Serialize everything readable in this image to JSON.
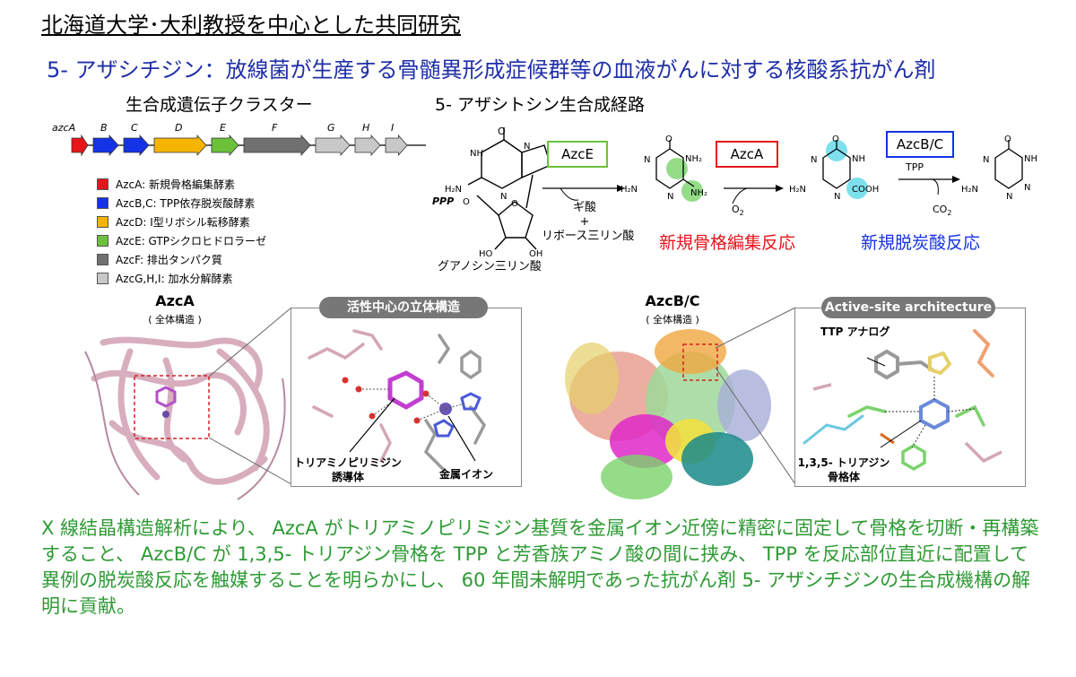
{
  "header": {
    "title": "北海道大学･大利教授を中心とした共同研究",
    "subtitle": "5- アザシチジン：放線菌が生産する骨髄異形成症候群等の血液がんに対する核酸系抗がん剤"
  },
  "cluster": {
    "title": "生合成遺伝子クラスター",
    "genes": [
      {
        "name": "azcA",
        "color": "#e8141b"
      },
      {
        "name": "B",
        "color": "#1432e6"
      },
      {
        "name": "C",
        "color": "#1432e6"
      },
      {
        "name": "D",
        "color": "#f5b400"
      },
      {
        "name": "E",
        "color": "#6cc13a"
      },
      {
        "name": "F",
        "color": "#707070"
      },
      {
        "name": "G",
        "color": "#c8c8c8"
      },
      {
        "name": "H",
        "color": "#c8c8c8"
      },
      {
        "name": "I",
        "color": "#c8c8c8"
      }
    ],
    "legend": [
      {
        "color": "#e8141b",
        "text": "AzcA: 新規骨格編集酵素"
      },
      {
        "color": "#1432e6",
        "text": "AzcB,C: TPP依存脱炭酸酵素"
      },
      {
        "color": "#f5b400",
        "text": "AzcD: I型リボシル転移酵素"
      },
      {
        "color": "#6cc13a",
        "text": "AzcE: GTPシクロヒドロラーゼ"
      },
      {
        "color": "#707070",
        "text": "AzcF: 排出タンパク質"
      },
      {
        "color": "#c8c8c8",
        "text": "AzcG,H,I: 加水分解酵素"
      }
    ]
  },
  "pathway": {
    "title": "5- アザシトシン生合成経路",
    "enzymes": [
      {
        "name": "AzcE",
        "color": "#6cc13a"
      },
      {
        "name": "AzcA",
        "color": "#e8141b"
      },
      {
        "name": "AzcB/C",
        "color": "#1432e6"
      }
    ],
    "substrate_label": "グアノシン三リン酸",
    "byproduct_1": "ギ酸",
    "plus": "+",
    "byproduct_2": "リボース三リン酸",
    "o2": "O",
    "o2_sub": "2",
    "tpp": "TPP",
    "co2": "CO",
    "co2_sub": "2",
    "reaction_1": "新規骨格編集反応",
    "reaction_2": "新規脱炭酸反応",
    "chem": {
      "ppp": "PPP",
      "ho": "HO",
      "oh": "OH",
      "o": "O",
      "n": "N",
      "nh": "NH",
      "h2n": "H₂N",
      "nh2": "NH₂",
      "cooh": "COOH"
    }
  },
  "azca": {
    "title": "AzcA",
    "subtitle": "( 全体構造 )",
    "pill": "活性中心の立体構造",
    "label_substrate": "トリアミノピリミジン誘導体",
    "label_metal": "金属イオン"
  },
  "azcbc": {
    "title": "AzcB/C",
    "subtitle": "( 全体構造 )",
    "pill": "Active-site architecture",
    "label_tpp": "TTP アナログ",
    "label_triazine": "1,3,5- トリアジン骨格体"
  },
  "conclusion": "X 線結晶構造解析により、 AzcA がトリアミノピリミジン基質を金属イオン近傍に精密に固定して骨格を切断・再構築すること、 AzcB/C が 1,3,5- トリアジン骨格を TPP と芳香族アミノ酸の間に挟み、 TPP を反応部位直近に配置して異例の脱炭酸反応を触媒することを明らかにし、 60 年間未解明であった抗がん剤 5- アザシチジンの生合成機構の解明に貢献。"
}
